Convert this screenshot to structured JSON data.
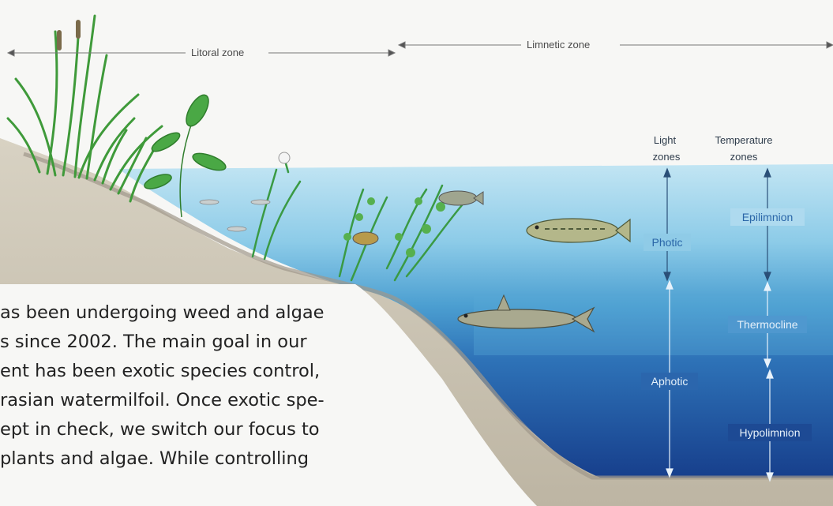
{
  "zones": {
    "littoral": "Litoral zone",
    "limnetic": "Limnetic zone"
  },
  "columns": {
    "light_header": [
      "Light",
      "zones"
    ],
    "temperature_header": [
      "Temperature",
      "zones"
    ]
  },
  "light_zones": [
    "Photic",
    "Aphotic"
  ],
  "temperature_zones": [
    "Epilimnion",
    "Thermocline",
    "Hypolimnion"
  ],
  "body_text": [
    "as been undergoing weed and algae",
    "s since 2002.  The main goal in our",
    "ent has been exotic species control,",
    "rasian watermilfoil. Once exotic spe-",
    "ept in check, we switch our focus to",
    "plants and algae. While controlling"
  ],
  "colors": {
    "water_surface": "#bfe3f1",
    "water_mid": "#4a9fd0",
    "water_deep": "#1f4f9a",
    "shore": "#cfc8b8",
    "plant_green": "#3f9a3a"
  }
}
